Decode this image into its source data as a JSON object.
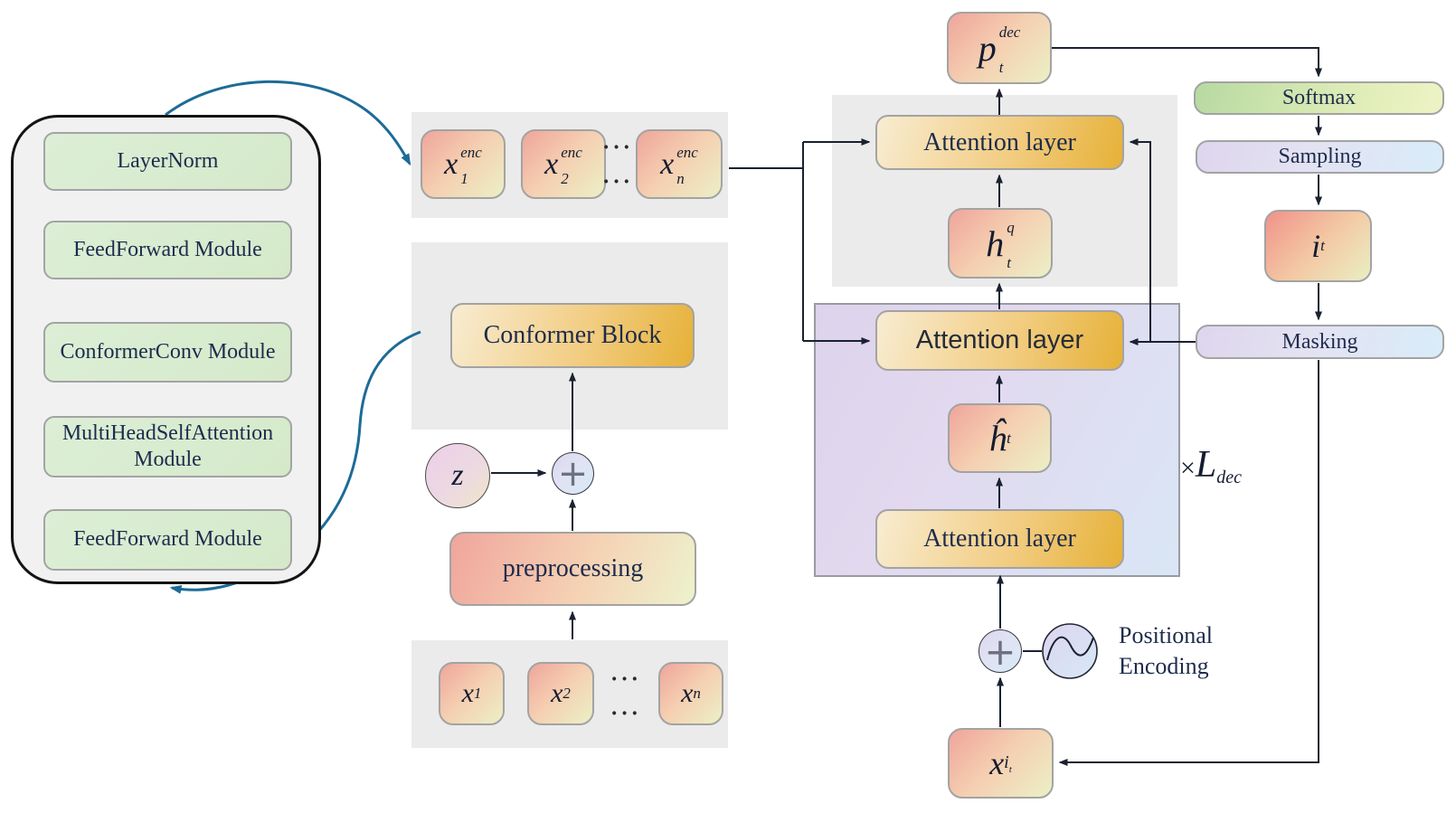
{
  "colors": {
    "panel_gray": "#ebebeb",
    "arrow_dark": "#1a2130",
    "arrow_teal": "#1d6b97",
    "module_green": "#d9ecce",
    "gold_gradient": [
      "#f8ecd2",
      "#e6b137"
    ],
    "token_gradient": [
      "#efa59b",
      "#f5cfb1",
      "#ebf0c6"
    ],
    "purple_panel_gradient": [
      "#ddd3ec",
      "#d9e6f5"
    ],
    "softmax_gradient": [
      "#b7d9a2",
      "#eef3c6"
    ],
    "pill_gradient": [
      "#ded5ed",
      "#d9ecf9"
    ],
    "box_border": "#a3a3a3",
    "text_navy": "#1d2b4d"
  },
  "encoder": {
    "modules": [
      "LayerNorm",
      "FeedForward Module",
      "ConformerConv Module",
      "MultiHeadSelfAttention Module",
      "FeedForward Module"
    ]
  },
  "enc_panel": {
    "tokens": [
      {
        "base": "x",
        "sup": "enc",
        "sub": "1"
      },
      {
        "base": "x",
        "sup": "enc",
        "sub": "2"
      },
      {
        "base": "x",
        "sup": "enc",
        "sub": "n"
      }
    ],
    "dots": "···"
  },
  "conformer": {
    "block": "Conformer Block",
    "z": "z",
    "plus": "+",
    "preprocessing": "preprocessing"
  },
  "inputs": {
    "tokens": [
      {
        "base": "x",
        "sub": "1"
      },
      {
        "base": "x",
        "sub": "2"
      },
      {
        "base": "x",
        "sub": "n"
      }
    ],
    "dots": "···"
  },
  "decoder": {
    "output": {
      "base": "p",
      "sup": "dec",
      "sub": "t"
    },
    "attn_top": "Attention layer",
    "attn_mid": "Attention layer",
    "attn_bottom": "Attention layer",
    "h_query": {
      "base": "h",
      "sup": "q",
      "sub": "t"
    },
    "h_hat": {
      "base": "ĥ",
      "sub": "t"
    },
    "x_input": {
      "base": "x",
      "sub": "i",
      "subsub": "t"
    },
    "plus": "+",
    "loop": {
      "times": "×",
      "base": "L",
      "sub": "dec"
    },
    "positional_encoding": "Positional Encoding"
  },
  "output_chain": {
    "softmax": "Softmax",
    "sampling": "Sampling",
    "index_token": {
      "base": "i",
      "sub": "t"
    },
    "masking": "Masking"
  }
}
